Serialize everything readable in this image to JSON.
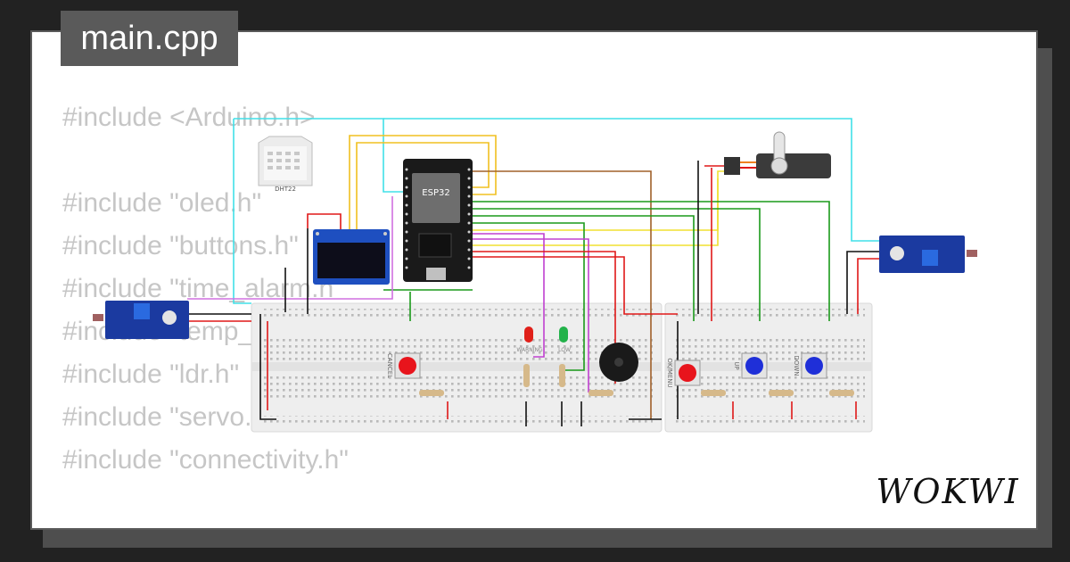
{
  "file_tab": {
    "name": "main.cpp"
  },
  "code_lines": [
    "#include <Arduino.h>",
    "",
    "#include \"oled.h\"",
    "#include \"buttons.h\"",
    "#include \"time_alarm.h\"",
    "#include \"temp_humidity.h\"",
    "#include \"ldr.h\"",
    "#include \"servo.h\"",
    "#include \"connectivity.h\""
  ],
  "components": {
    "dht": {
      "label": "DHT22"
    },
    "mcu": {
      "label": "ESP32"
    },
    "buttons": [
      {
        "label": "CANCEL",
        "color": "#e8141c"
      },
      {
        "label": "OK/MENU",
        "color": "#e8141c"
      },
      {
        "label": "UP",
        "color": "#1f2fd8"
      },
      {
        "label": "DOWN",
        "color": "#1f2fd8"
      }
    ],
    "leds": [
      {
        "label": "WARNING",
        "color": "#e0201a"
      },
      {
        "label": "LOW",
        "color": "#22b24a"
      }
    ]
  },
  "brand": {
    "logo_text": "WOKWI"
  },
  "colors": {
    "background": "#222222",
    "card": "#ffffff",
    "tab": "#5a5a5a",
    "code_text": "#c6c6c6",
    "wire_cyan": "#40e0e8",
    "wire_yellow": "#f0c020",
    "wire_green": "#1a9a1a",
    "wire_magenta": "#c040d0",
    "wire_red": "#e01818",
    "wire_brown": "#a0602a"
  }
}
